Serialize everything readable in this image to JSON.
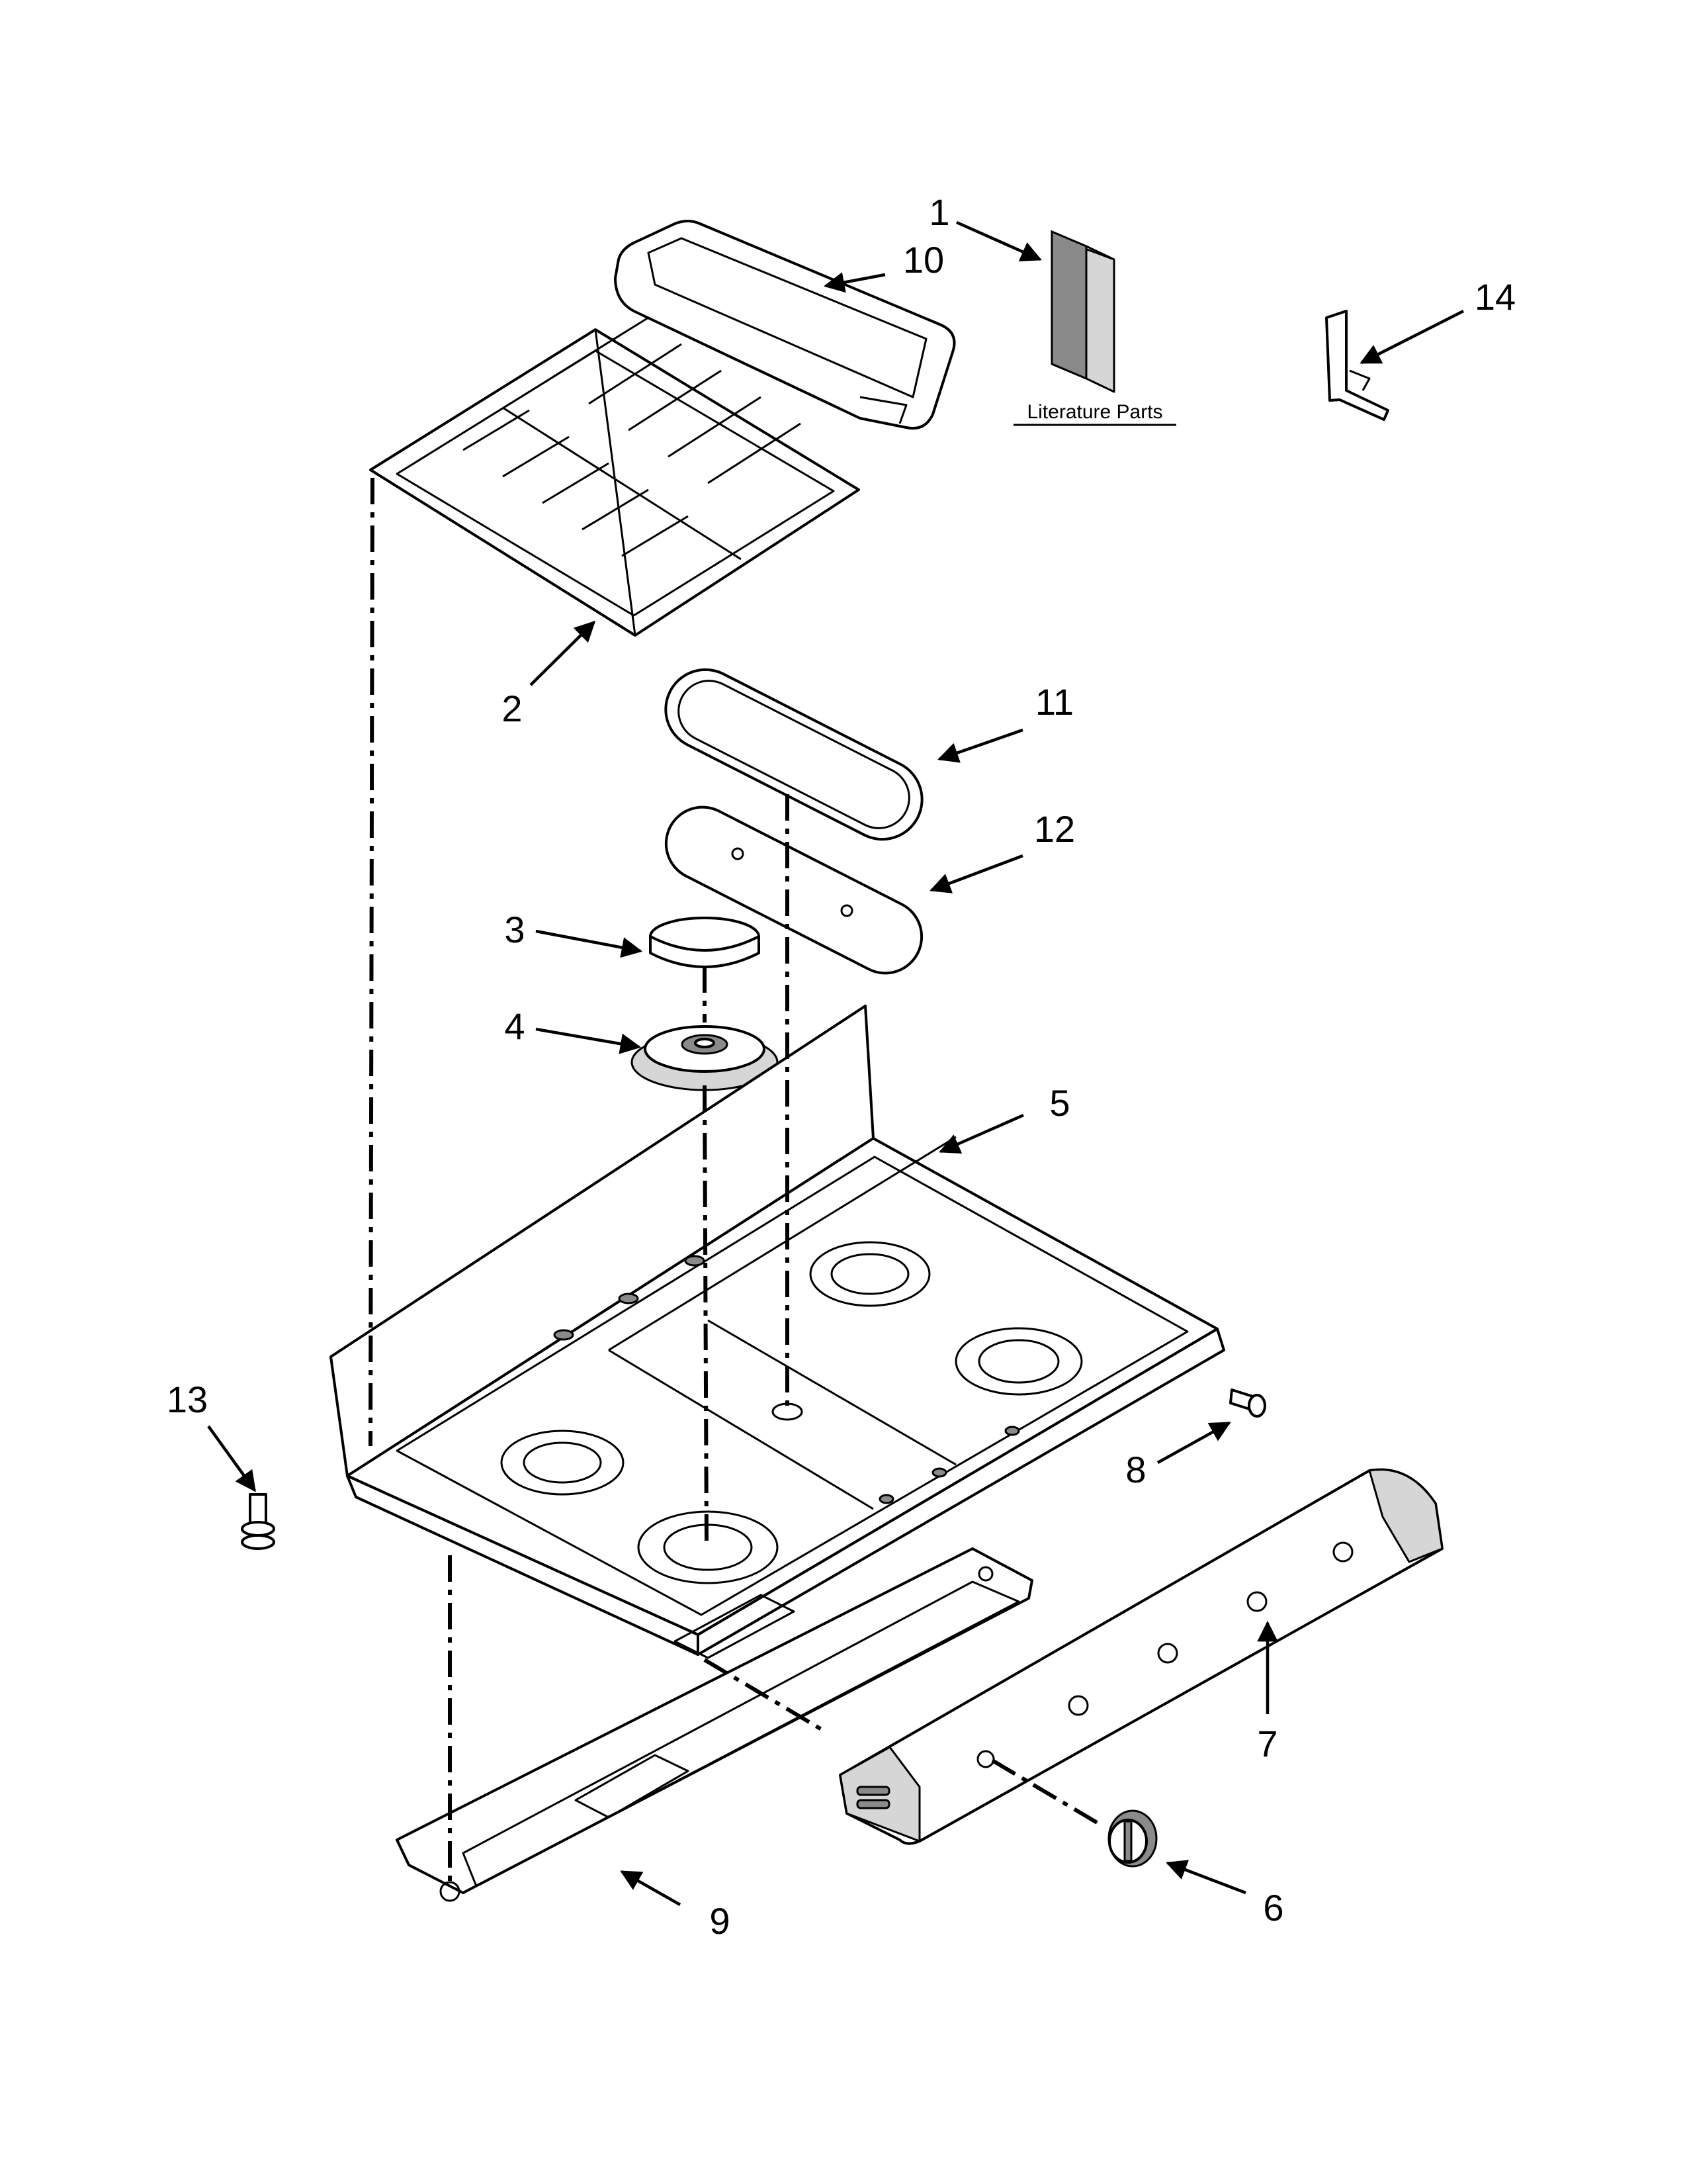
{
  "diagram": {
    "literature_label": "Literature Parts",
    "callouts": [
      {
        "id": "1",
        "label": "1"
      },
      {
        "id": "2",
        "label": "2"
      },
      {
        "id": "3",
        "label": "3"
      },
      {
        "id": "4",
        "label": "4"
      },
      {
        "id": "5",
        "label": "5"
      },
      {
        "id": "6",
        "label": "6"
      },
      {
        "id": "7",
        "label": "7"
      },
      {
        "id": "8",
        "label": "8"
      },
      {
        "id": "9",
        "label": "9"
      },
      {
        "id": "10",
        "label": "10"
      },
      {
        "id": "11",
        "label": "11"
      },
      {
        "id": "12",
        "label": "12"
      },
      {
        "id": "13",
        "label": "13"
      },
      {
        "id": "14",
        "label": "14"
      }
    ]
  }
}
